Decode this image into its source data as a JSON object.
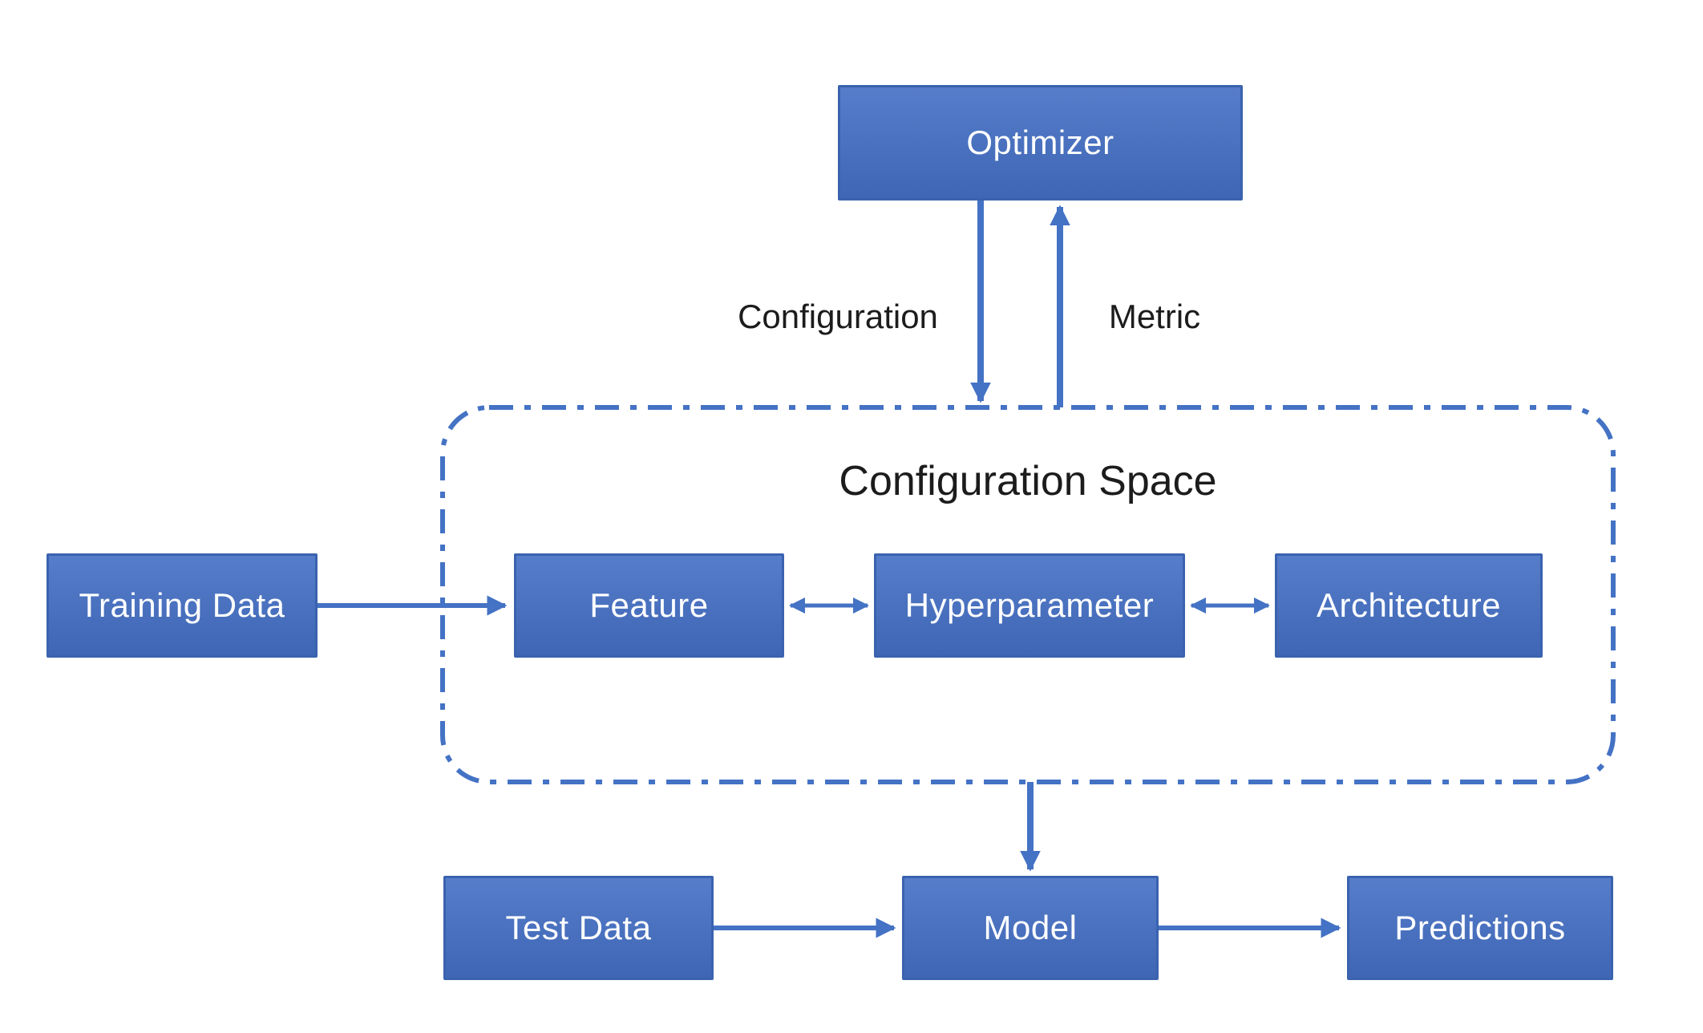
{
  "diagram": {
    "container": {
      "title": "Configuration Space"
    },
    "nodes": {
      "optimizer": {
        "label": "Optimizer"
      },
      "training_data": {
        "label": "Training Data"
      },
      "feature": {
        "label": "Feature"
      },
      "hyperparameter": {
        "label": "Hyperparameter"
      },
      "architecture": {
        "label": "Architecture"
      },
      "test_data": {
        "label": "Test Data"
      },
      "model": {
        "label": "Model"
      },
      "predictions": {
        "label": "Predictions"
      }
    },
    "edge_labels": {
      "configuration": "Configuration",
      "metric": "Metric"
    },
    "colors": {
      "node_fill_top": "#567dca",
      "node_fill_bottom": "#3e66b4",
      "node_border": "#3a62ae",
      "arrow": "#4472c4",
      "label_text": "#1c1c1c",
      "node_text": "#ffffff",
      "background": "#ffffff"
    }
  }
}
